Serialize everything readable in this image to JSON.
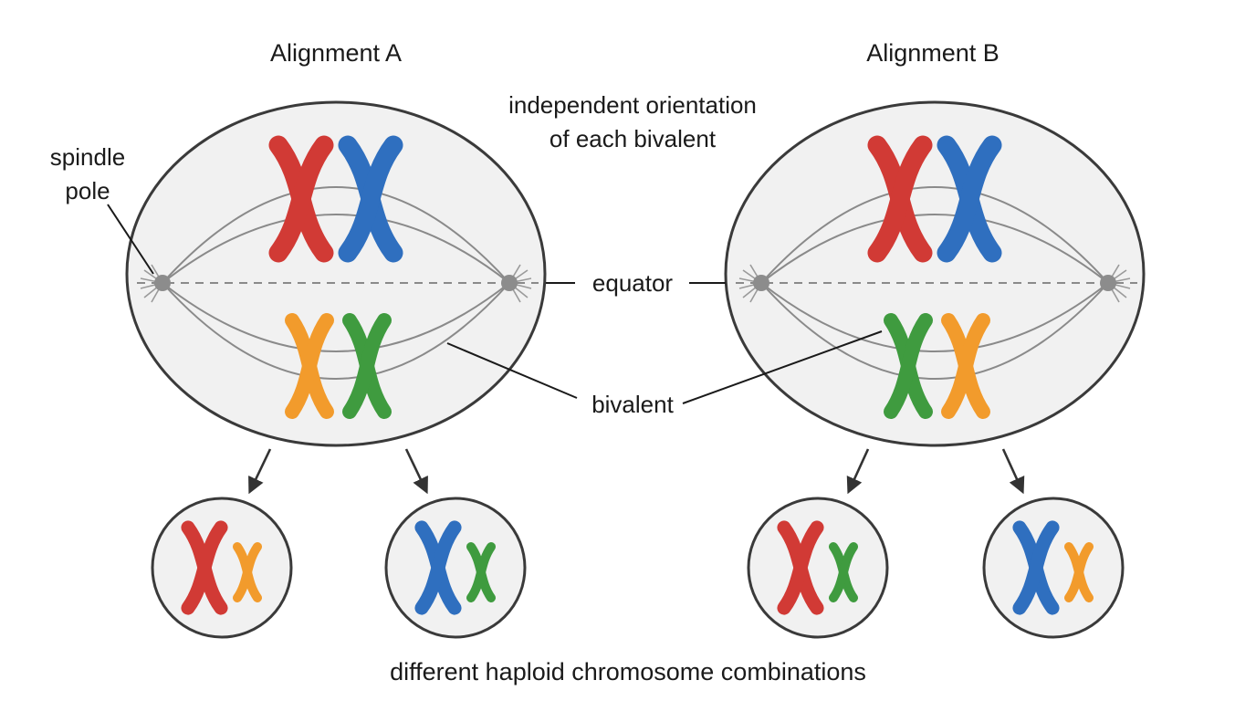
{
  "panels": [
    {
      "title": "Alignment A",
      "top_bivalents": [
        "red",
        "blue"
      ],
      "bottom_bivalents": [
        "orange",
        "green"
      ],
      "daughters": [
        [
          "red",
          "orange"
        ],
        [
          "blue",
          "green"
        ]
      ]
    },
    {
      "title": "Alignment B",
      "top_bivalents": [
        "red",
        "blue"
      ],
      "bottom_bivalents": [
        "green",
        "orange"
      ],
      "daughters": [
        [
          "red",
          "green"
        ],
        [
          "blue",
          "orange"
        ]
      ]
    }
  ],
  "labels": {
    "independent_line1": "independent orientation",
    "independent_line2": "of each bivalent",
    "spindle_line1": "spindle",
    "spindle_line2": "pole",
    "equator": "equator",
    "bivalent": "bivalent",
    "caption": "different haploid chromosome combinations"
  },
  "colors": {
    "red": "#d13a35",
    "blue": "#2f6fbf",
    "orange": "#f29b2c",
    "green": "#3f9b3f",
    "cell_fill": "#f1f1f1",
    "cell_stroke": "#3a3a3a",
    "spindle": "#8a8a8a",
    "pole": "#8c8c8c"
  }
}
